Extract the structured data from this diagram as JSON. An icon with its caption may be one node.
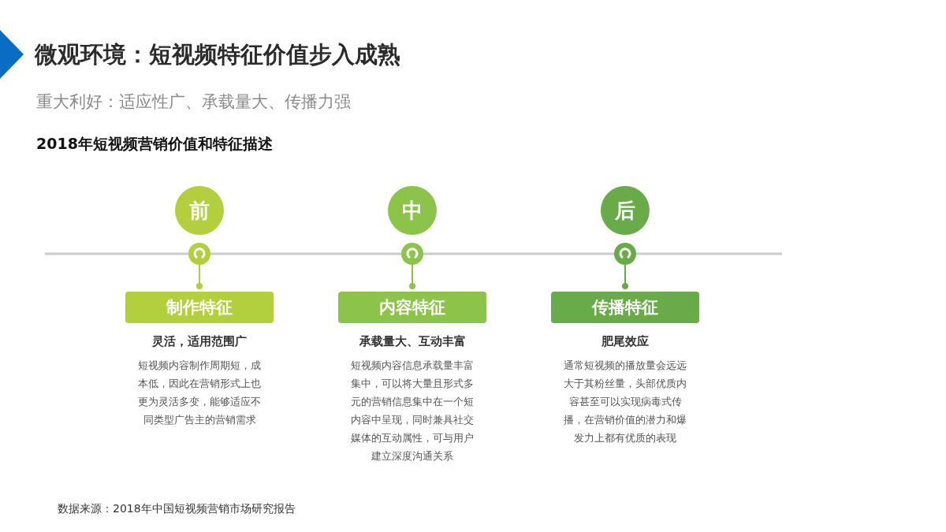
{
  "diagram": {
    "title": "微观环境：短视频特征价值步入成熟",
    "caption": "数据来源：2018年中国短视频营销市场研究报告",
    "nodes": [
      {
        "text": [
          "前"
        ]
      },
      {
        "text": [
          "中"
        ]
      },
      {
        "text": [
          "后"
        ]
      },
      {
        "text": [],
        "shape": "circle"
      },
      {
        "text": [],
        "shape": "circle"
      },
      {
        "text": [],
        "shape": "circle"
      },
      {
        "text": [
          "制作特征"
        ],
        "beside": [
          "灵活，适用范围广",
          "短视频内容制作周期短，成本低，因此在营销形式上也更为灵活多变，能够适应不同类型广告主的营销需求"
        ]
      },
      {
        "text": [
          "内容特征"
        ],
        "beside": [
          "承载量大、互动丰富",
          "短视频内容信息承载量丰富集中，可以将大量且形式多元的营销信息集中在一个短内容中呈现，同时兼具社交媒体的互动属性，可与用户建立深度沟通关系"
        ]
      },
      {
        "text": [
          "传播特征"
        ],
        "beside": [
          "肥尾效应",
          "通常短视频的播放量会远远大于其粉丝量，头部优质内容甚至可以实现病毒式传播，在营销价值的潜力和爆发力上都有优质的表现"
        ]
      }
    ],
    "edges": [
      {
        "from": 3,
        "to": 6,
        "arrow": "other"
      },
      {
        "from": 4,
        "to": 7,
        "arrow": "other"
      },
      {
        "from": 5,
        "to": 8,
        "arrow": "other"
      }
    ],
    "labels": [
      "重大利好：适应性广、承载量大、传播力强",
      "2018年短视频营销价值和特征描述"
    ]
  }
}
